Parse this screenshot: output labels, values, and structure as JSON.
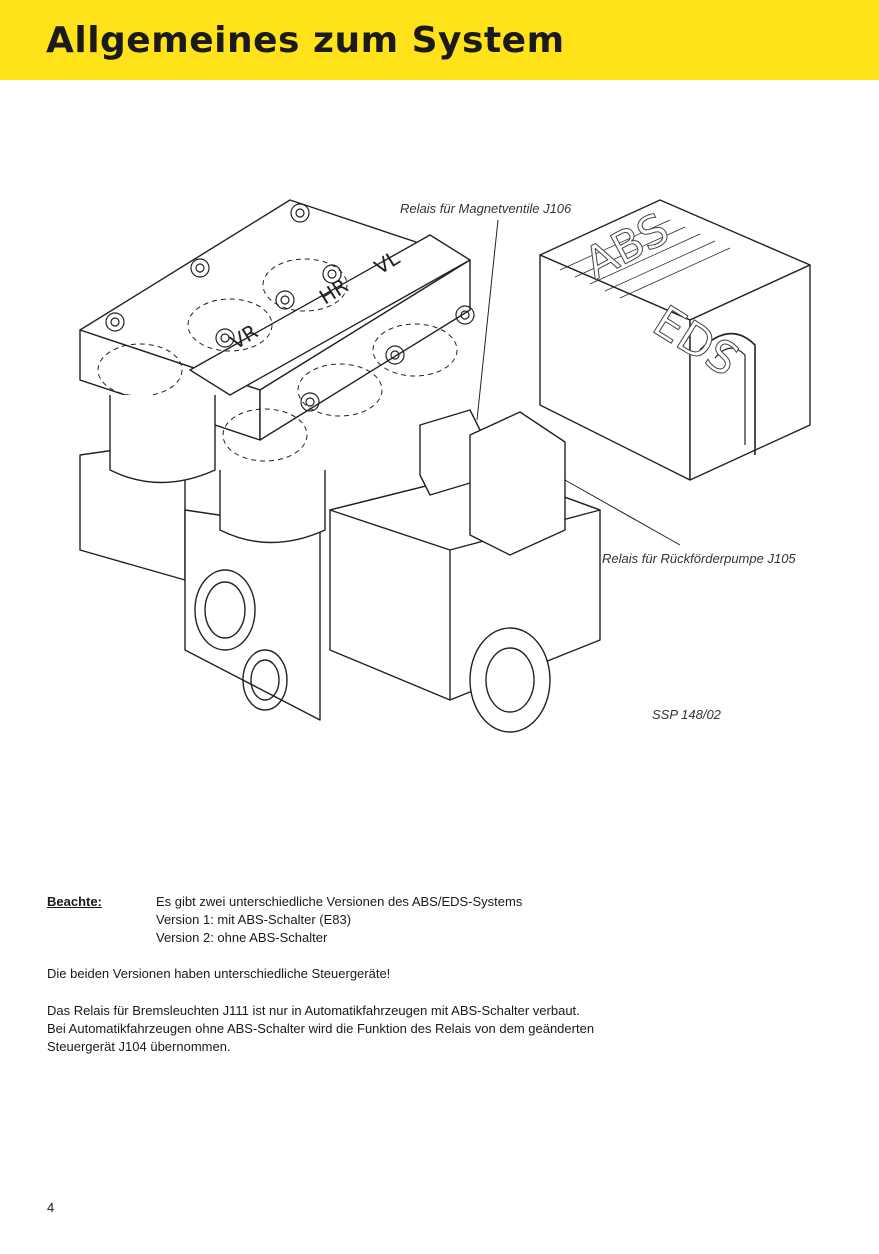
{
  "header": {
    "title": "Allgemeines zum System",
    "color": "#ffe21a"
  },
  "figure": {
    "callouts": {
      "relay_valves": "Relais für Magnetventile J106",
      "relay_pump": "Relais für Rückförderpumpe J105",
      "ref": "SSP 148/02"
    },
    "block_labels": [
      "VR",
      "HR",
      "VL"
    ],
    "cover_labels": [
      "ABS",
      "EDS"
    ]
  },
  "note": {
    "label": "Beachte:",
    "lines": [
      "Es gibt zwei unterschiedliche Versionen des ABS/EDS-Systems",
      "Version 1: mit ABS-Schalter (E83)",
      "Version 2: ohne ABS-Schalter"
    ]
  },
  "paragraphs": {
    "p1": "Die beiden Versionen haben unterschiedliche Steuergeräte!",
    "p2_l1": "Das Relais für Bremsleuchten J111 ist nur in Automatikfahrzeugen mit ABS-Schalter verbaut.",
    "p2_l2": "Bei Automatikfahrzeugen ohne ABS-Schalter wird die Funktion des Relais von dem geänderten",
    "p2_l3": "Steuergerät J104 übernommen."
  },
  "page_number": "4"
}
